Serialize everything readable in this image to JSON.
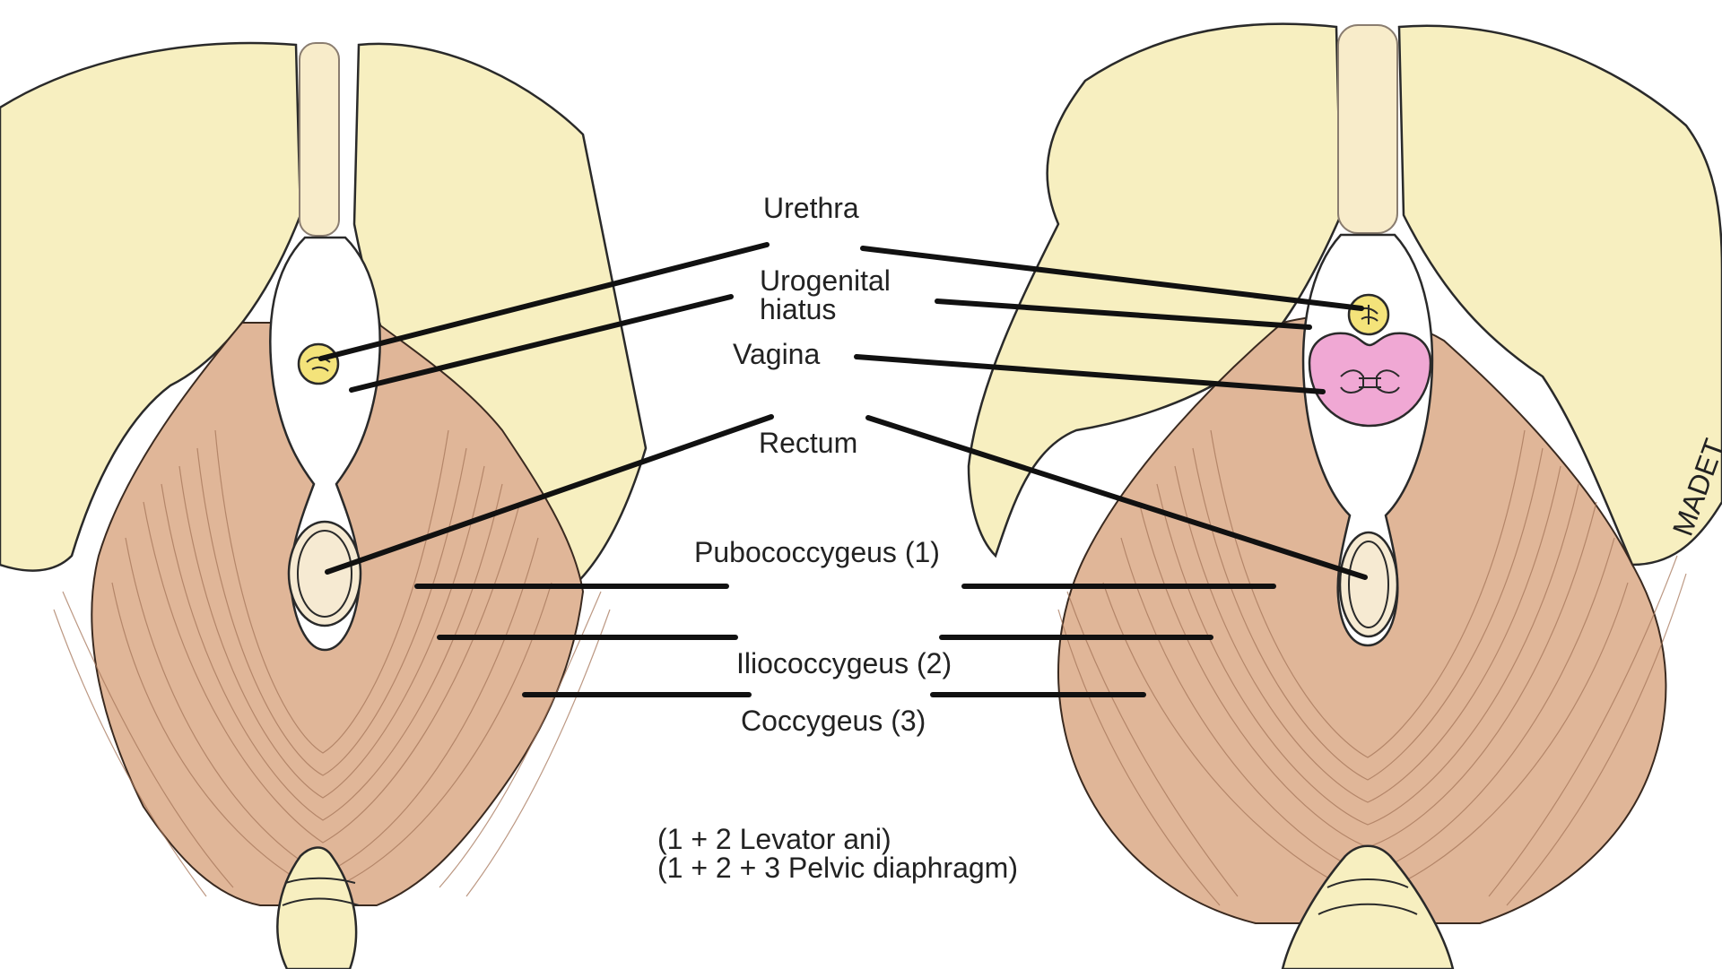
{
  "colors": {
    "bone": "#f7efc0",
    "muscle": "#e0b698",
    "urethra": "#f4e37a",
    "vagina": "#f0a8d4",
    "rectum": "#f6ead2",
    "symphysis": "#e6e3dc"
  },
  "labels": {
    "urethra": "Urethra",
    "urogenital_line1": "Urogenital",
    "urogenital_line2": "hiatus",
    "vagina": "Vagina",
    "rectum": "Rectum",
    "pubococcygeus": "Pubococcygeus (1)",
    "iliococcygeus": "Iliococcygeus (2)",
    "coccygeus": "Coccygeus (3)",
    "note_line1": "(1 + 2 Levator ani)",
    "note_line2": "(1 + 2 + 3 Pelvic diaphragm)",
    "signature": "MADET"
  }
}
